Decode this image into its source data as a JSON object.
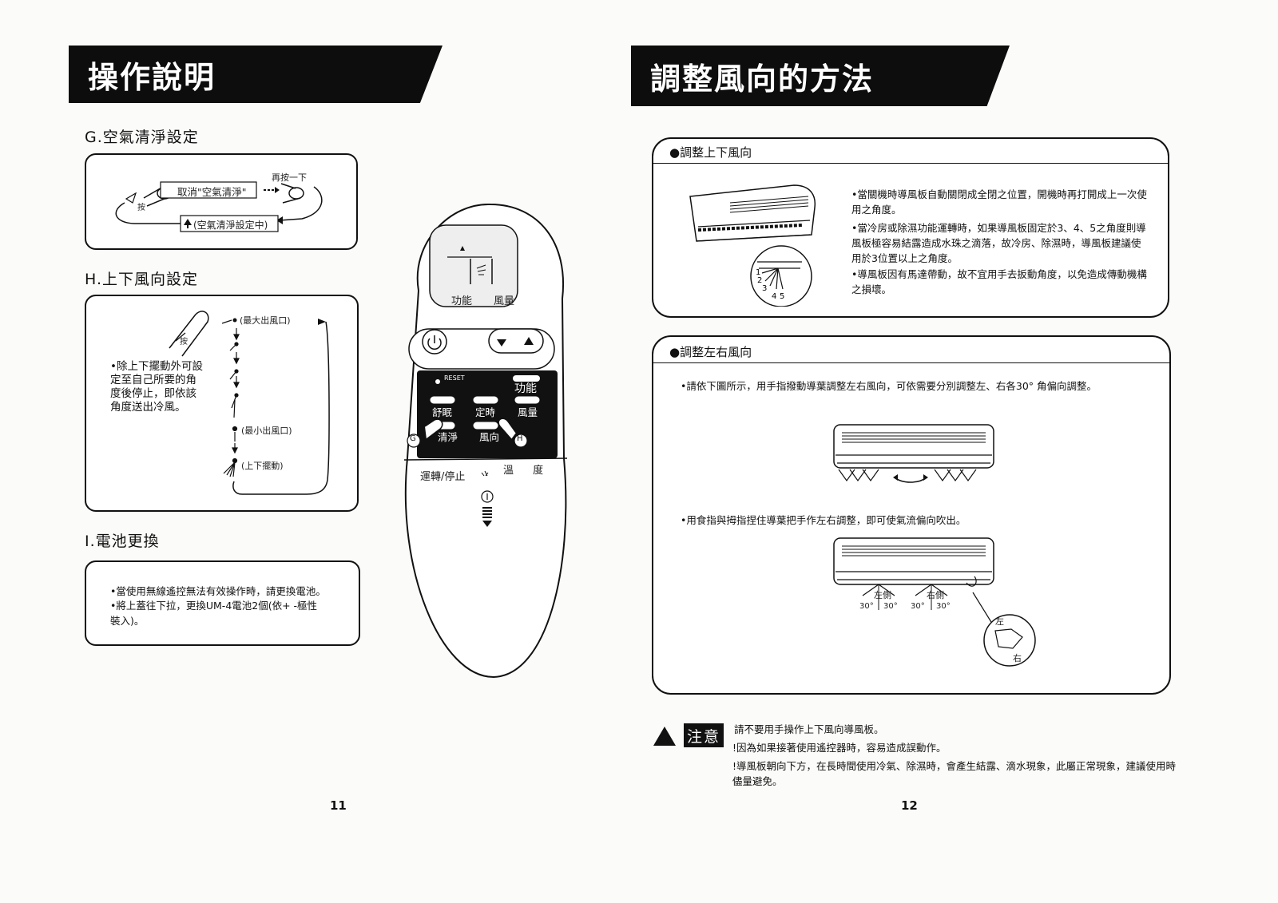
{
  "left_page": {
    "banner": "操作說明",
    "sections": {
      "g": {
        "heading": "G.空氣清淨設定",
        "press_again": "再按一下",
        "cancel": "取消\"空氣清淨\"",
        "press": "按",
        "mode": "(空氣清淨設定中)"
      },
      "h": {
        "heading": "H.上下風向設定",
        "press": "按",
        "description": "•除上下擺動外可設定至自己所要的角度後停止，即依該角度送出冷風。",
        "max_outlet": "(最大出風口)",
        "min_outlet": "(最小出風口)",
        "swing": "(上下擺動)"
      },
      "i": {
        "heading": "I.電池更換",
        "line1": "•當使用無線遙控無法有效操作時，請更換電池。",
        "line2": "•將上蓋往下拉，更換UM-4電池2個(依+ -極性裝入)。"
      }
    },
    "remote": {
      "display_function": "功能",
      "display_fan": "風量",
      "reset": "RESET",
      "function_key": "功能",
      "buttons": [
        "舒眠",
        "定時",
        "風量",
        "清淨",
        "風向"
      ],
      "run_stop": "運轉/停止",
      "temp": "溫 度",
      "marker_g": "G",
      "marker_h": "H"
    },
    "page_number": "11"
  },
  "right_page": {
    "banner": "調整風向的方法",
    "vertical": {
      "title": "●調整上下風向",
      "bullets": [
        "•當關機時導風板自動關閉成全閉之位置，開機時再打開成上一次使用之角度。",
        "•當冷房或除濕功能運轉時，如果導風板固定於3、4、5之角度則導風板極容易結露造成水珠之滴落，故冷房、除濕時，導風板建議使用於3位置以上之角度。",
        "•導風板因有馬達帶動，故不宜用手去扳動角度，以免造成傳動機構之損壞。"
      ],
      "positions": [
        "1",
        "2",
        "3",
        "4",
        "5"
      ]
    },
    "horizontal": {
      "title": "●調整左右風向",
      "line1": "•請依下圖所示，用手指撥動導葉調整左右風向，可依需要分別調整左、右各30° 角偏向調整。",
      "line2": "•用食指與拇指捏住導葉把手作左右調整，即可使氣流偏向吹出。",
      "left_side": "左側",
      "right_side": "右側",
      "angles": [
        "30°",
        "30°",
        "30°",
        "30°"
      ],
      "left": "左",
      "right": "右"
    },
    "caution": {
      "label": "注意",
      "line1": "請不要用手操作上下風向導風板。",
      "line2": "!因為如果接著使用遙控器時，容易造成誤動作。",
      "line3": "!導風板朝向下方，在長時間使用冷氣、除濕時，會產生結露、滴水現象，此屬正常現象，建議使用時儘量避免。"
    },
    "page_number": "12"
  }
}
